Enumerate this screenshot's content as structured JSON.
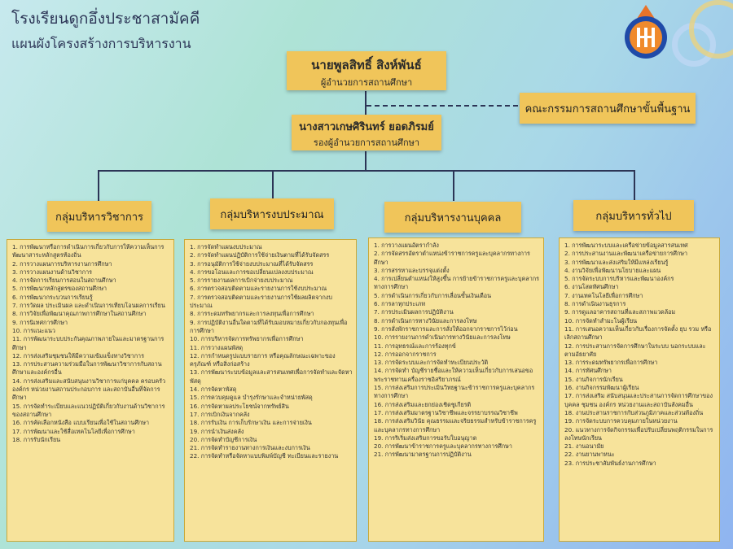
{
  "header": {
    "school_name": "โรงเรียนดูกอึ่งประชาสามัคคี",
    "chart_title": "แผนผังโครงสร้างการบริหารงาน"
  },
  "director": {
    "name": "นายพูลสิทธิ์ สิงห์พันธ์",
    "role": "ผู้อำนวยการสถานศึกษา"
  },
  "board": {
    "name": "คณะกรรมการสถานศึกษาขั้นพื้นฐาน"
  },
  "deputy": {
    "name": "นางสาวเกษศิรินทร์ ยอดภิรมย์",
    "role": "รองผู้อำนวยการสถานศึกษา"
  },
  "groups": [
    {
      "label": "กลุ่มบริหารวิชาการ",
      "items": [
        "1. การพัฒนาหรือการดำเนินการเกี่ยวกับการให้ความเห็นการพัฒนาสาระหลักสูตรท้องถิ่น",
        "2. การวางแผนการบริหารงานการศึกษา",
        "3. การวางแผนงานด้านวิชาการ",
        "4. การจัดการเรียนการสอนในสถานศึกษา",
        "5. การพัฒนาหลักสูตรของสถานศึกษา",
        "6. การพัฒนากระบวนการเรียนรู้",
        "7. การวัดผล ประเมินผล และดำเนินการเทียบโอนผลการเรียน",
        "8. การวิจัยเพื่อพัฒนาคุณภาพการศึกษาในสถานศึกษา",
        "9. การนิเทศการศึกษา",
        "10. การแนะแนว",
        "11. การพัฒนาระบบประกันคุณภาพภายในและมาตรฐานการศึกษา",
        "12. การส่งเสริมชุมชนให้มีความเข้มแข็งทางวิชาการ",
        "13. การประสานความร่วมมือในการพัฒนาวิชาการกับสถานศึกษาและองค์กรอื่น",
        "14. การส่งเสริมและสนับสนุนงานวิชาการแก่บุคคล ครอบครัว องค์กร หน่วยงานสถานประกอบการ และสถาบันอื่นที่จัดการศึกษา",
        "15. การจัดทำระเบียบและแนวปฏิบัติเกี่ยวกับงานด้านวิชาการของสถานศึกษา",
        "16. การคัดเลือกหนังสือ แบบเรียนเพื่อใช้ในสถานศึกษา",
        "17. การพัฒนาและใช้สื่อเทคโนโลยีเพื่อการศึกษา",
        "18. การรับนักเรียน"
      ]
    },
    {
      "label": "กลุ่มบริหารงบประมาณ",
      "items": [
        "1. การจัดทำแผนงบประมาณ",
        "2. การจัดทำแผนปฏิบัติการใช้จ่ายเงินตามที่ได้รับจัดสรร",
        "3. การอนุมัติการใช้จ่ายงบประมาณที่ได้รับจัดสรร",
        "4. การขอโอนและการขอเปลี่ยนแปลงงบประมาณ",
        "5. การรายงานผลการเบิกจ่ายงบประมาณ",
        "6. การตรวจสอบติดตามและรายงานการใช้งบประมาณ",
        "7. การตรวจสอบติดตามและรายงานการใช้ผลผลิตจากงบประมาณ",
        "8. การระดมทรัพยากรและการลงทุนเพื่อการศึกษา",
        "9. การปฏิบัติงานอื่นใดตามที่ได้รับมอบหมายเกี่ยวกับกองทุนเพื่อการศึกษา",
        "10. การบริหารจัดการทรัพยากรเพื่อการศึกษา",
        "11. การวางแผนพัสดุ",
        "12. การกำหนดรูปแบบรายการ หรือคุณลักษณะเฉพาะของครุภัณฑ์ หรือสิ่งก่อสร้าง",
        "13. การพัฒนาระบบข้อมูลและสารสนเทศเพื่อการจัดทำและจัดหาพัสดุ",
        "14. การจัดหาพัสดุ",
        "15. การควบคุมดูแล บำรุงรักษาและจำหน่ายพัสดุ",
        "16. การจัดหาผลประโยชน์จากทรัพย์สิน",
        "17. การเบิกเงินจากคลัง",
        "18. การรับเงิน การเก็บรักษาเงิน และการจ่ายเงิน",
        "19. การนำเงินส่งคลัง",
        "20. การจัดทำบัญชีการเงิน",
        "21. การจัดทำรายงานทางการเงินและงบการเงิน",
        "22. การจัดทำหรือจัดหาแบบพิมพ์บัญชี ทะเบียนและรายงาน"
      ]
    },
    {
      "label": "กลุ่มบริหารงานบุคคล",
      "items": [
        "1. การวางแผนอัตรากำลัง",
        "2. การจัดสรรอัตราตำแหน่งข้าราชการครูและบุคลากรทางการศึกษา",
        "3. การสรรหาและบรรจุแต่งตั้ง",
        "4. การเปลี่ยนตำแหน่งให้สูงขึ้น การย้ายข้าราชการครูและบุคลากรทางการศึกษา",
        "5. การดำเนินการเกี่ยวกับการเลื่อนขั้นเงินเดือน",
        "6. การลาทุกประเภท",
        "7. การประเมินผลการปฏิบัติงาน",
        "8. การดำเนินการทางวินัยและการลงโทษ",
        "9. การสั่งพักราชการและการสั่งให้ออกจากราชการไว้ก่อน",
        "10. การรายงานการดำเนินการทางวินัยและการลงโทษ",
        "11. การอุทธรณ์และการร้องทุกข์",
        "12. การออกจากราชการ",
        "13. การจัดระบบและการจัดทำทะเบียนประวัติ",
        "14. การจัดทำ บัญชีรายชื่อและให้ความเห็นเกี่ยวกับการเสนอขอพระราชทานเครื่องราชอิสริยาภรณ์",
        "15. การส่งเสริมการประเมินวิทยฐานะข้าราชการครูและบุคลากรทางการศึกษา",
        "16. การส่งเสริมและยกย่องเชิดชูเกียรติ",
        "17. การส่งเสริมมาตรฐานวิชาชีพและจรรยาบรรณวิชาชีพ",
        "18. การส่งเสริมวินัย คุณธรรมและจริยธรรมสำหรับข้าราชการครูและบุคลากรทางการศึกษา",
        "19. การริเริ่มส่งเสริมการขอรับใบอนุญาต",
        "20. การพัฒนาข้าราชการครูและบุคลากรทางการศึกษา",
        "21. การพัฒนามาตรฐานการปฏิบัติงาน"
      ]
    },
    {
      "label": "กลุ่มบริหารทั่วไป",
      "items": [
        "1. การพัฒนาระบบและเครือข่ายข้อมูลสารสนเทศ",
        "2. การประสานงานและพัฒนาเครือข่ายการศึกษา",
        "3. การพัฒนาและส่งเสริมให้มีแหล่งเรียนรู้",
        "4. งานวิจัยเพื่อพัฒนานโยบายและแผน",
        "5. การจัดระบบการบริหารและพัฒนาองค์กร",
        "6. งานโสตทัศนศึกษา",
        "7. งานเทคโนโลยีเพื่อการศึกษา",
        "8. การดำเนินงานธุรการ",
        "9. การดูแลอาคารสถานที่และสภาพแวดล้อม",
        "10. การจัดทำสำมะโนผู้เรียน",
        "11. การเสนอความเห็นเกี่ยวกับเรื่องการจัดตั้ง ยุบ รวม หรือเลิกสถานศึกษา",
        "12. การประสานการจัดการศึกษาในระบบ นอกระบบและตามอัธยาศัย",
        "13. การระดมทรัพยากรเพื่อการศึกษา",
        "14. การทัศนศึกษา",
        "15. งานกิจการนักเรียน",
        "16. งานกิจกรรมพัฒนาผู้เรียน",
        "17. การส่งเสริม สนับสนุนและประสานการจัดการศึกษาของบุคคล ชุมชน องค์กร หน่วยงานและสถาบันสังคมอื่น",
        "18. งานประสานราชการกับส่วนภูมิภาคและส่วนท้องถิ่น",
        "19. การจัดระบบการควบคุมภายในหน่วยงาน",
        "20. แนวทางการจัดกิจกรรมเพื่อปรับเปลี่ยนพฤติกรรมในการลงโทษนักเรียน",
        "21. งานอนามัย",
        "22. งานยานพาหนะ",
        "23. การประชาสัมพันธ์งานการศึกษา"
      ]
    }
  ]
}
